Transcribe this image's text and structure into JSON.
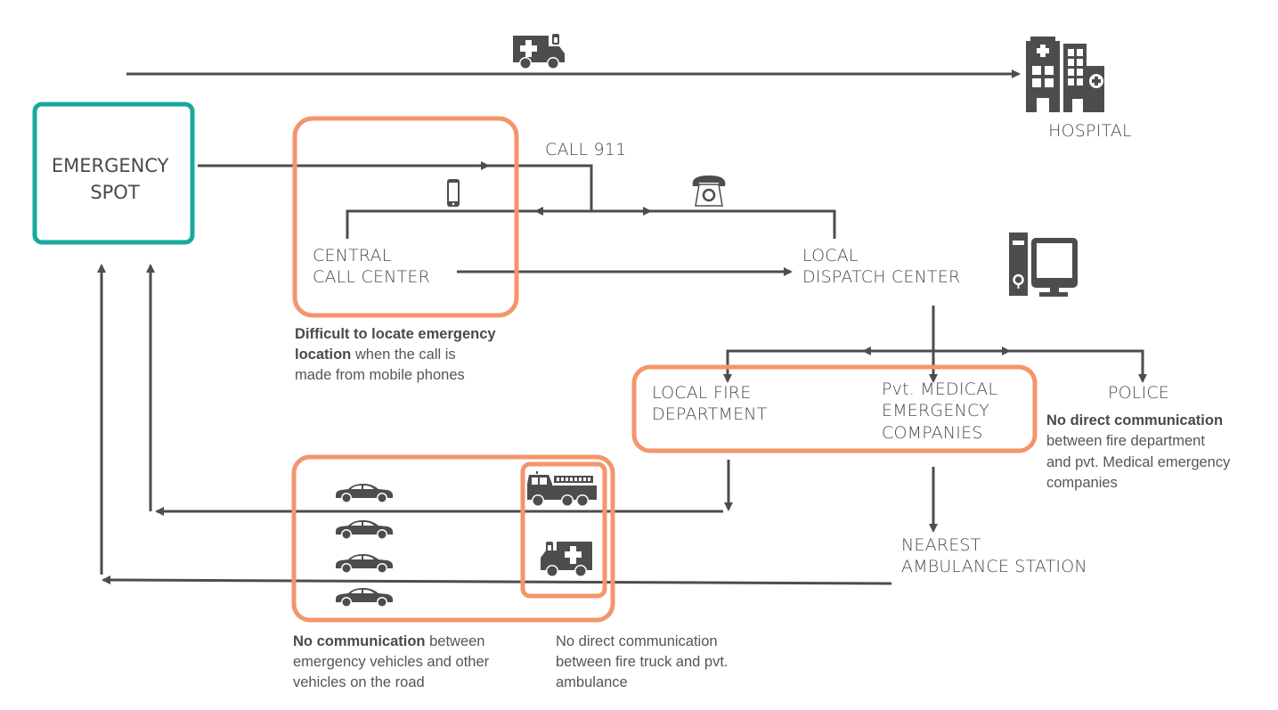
{
  "colors": {
    "teal": "#16a99e",
    "orange": "#f4956b",
    "line": "#4d4d4d",
    "text": "#4a4a4a"
  },
  "nodes": {
    "emergency_spot": [
      "EMERGENCY",
      "SPOT"
    ],
    "hospital": "HOSPITAL",
    "call_911": "CALL 911",
    "central_call_center": [
      "CENTRAL",
      "CALL CENTER"
    ],
    "local_dispatch_center": [
      "LOCAL",
      "DISPATCH CENTER"
    ],
    "local_fire_department": [
      "LOCAL FIRE",
      "DEPARTMENT"
    ],
    "pvt_medical": [
      "Pvt.  MEDICAL",
      "EMERGENCY",
      "COMPANIES"
    ],
    "police": "POLICE",
    "nearest_ambulance": [
      "NEAREST",
      "AMBULANCE STATION"
    ]
  },
  "notes": {
    "locate": {
      "bold1": "Difficult to locate emergency",
      "bold2": "location",
      "rest2": " when the call is",
      "line3": "made from mobile phones"
    },
    "police_note": {
      "bold": "No direct communication",
      "line2": "between fire department",
      "line3": "and pvt. Medical emergency",
      "line4": "companies"
    },
    "vehicles": {
      "bold": "No communication",
      "rest1": " between",
      "line2": "emergency vehicles and other",
      "line3": "vehicles on the road"
    },
    "firetruck": {
      "line1": "No direct communication",
      "line2": "between fire truck and pvt.",
      "line3": "ambulance"
    }
  },
  "icons": {
    "top_ambulance": "ambulance-icon",
    "hospital": "hospital-icon",
    "mobile": "mobile-phone-icon",
    "landline": "telephone-icon",
    "computer": "desktop-computer-icon",
    "cars": [
      "car-icon",
      "car-icon",
      "car-icon",
      "car-icon"
    ],
    "fire_truck": "fire-truck-icon",
    "ambulance": "ambulance-icon"
  }
}
